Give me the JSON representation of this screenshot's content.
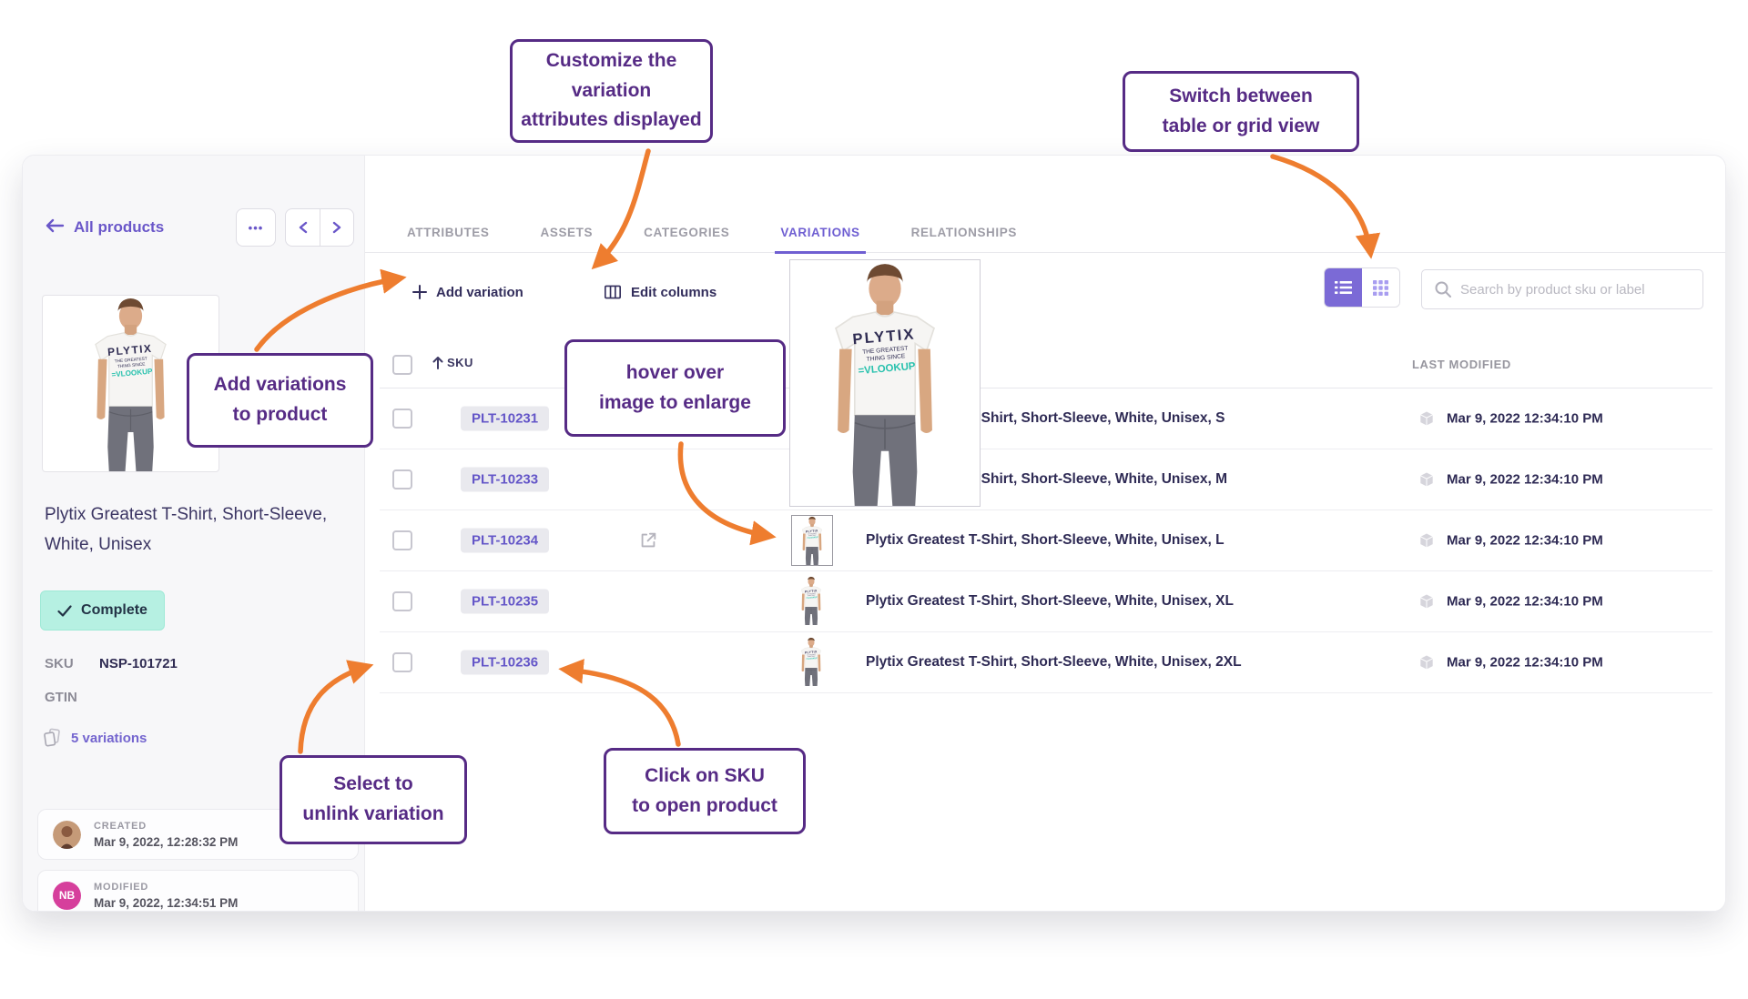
{
  "colors": {
    "accent_purple": "#6f5fd2",
    "callout_purple": "#562b85",
    "arrow_orange": "#ee7d2f",
    "badge_teal_bg": "#b6f0e2",
    "sku_pill_bg": "#e9e9ee",
    "active_toggle_bg": "#7b6ad6"
  },
  "callouts": {
    "customize": {
      "line1": "Customize the variation",
      "line2": "attributes displayed"
    },
    "switch_view": {
      "line1": "Switch between",
      "line2": "table or grid view"
    },
    "add_variations": {
      "line1": "Add variations",
      "line2": "to product"
    },
    "hover_image": {
      "line1": "hover over",
      "line2": "image to enlarge"
    },
    "select_unlink": {
      "line1": "Select to",
      "line2": "unlink variation"
    },
    "click_sku": {
      "line1": "Click on SKU",
      "line2": "to open product"
    }
  },
  "sidebar": {
    "back_label": "All products",
    "title_line1": "Plytix Greatest T-Shirt, Short-Sleeve,",
    "title_line2": "White, Unisex",
    "status_label": "Complete",
    "sku_label": "SKU",
    "sku_value": "NSP-101721",
    "gtin_label": "GTIN",
    "variations_label": "5 variations",
    "created": {
      "label": "CREATED",
      "date": "Mar 9, 2022, 12:28:32 PM"
    },
    "modified": {
      "label": "MODIFIED",
      "date": "Mar 9, 2022, 12:34:51 PM",
      "initials": "NB"
    }
  },
  "tabs": [
    {
      "label": "ATTRIBUTES",
      "active": false
    },
    {
      "label": "ASSETS",
      "active": false
    },
    {
      "label": "CATEGORIES",
      "active": false
    },
    {
      "label": "VARIATIONS",
      "active": true
    },
    {
      "label": "RELATIONSHIPS",
      "active": false
    }
  ],
  "toolbar": {
    "add_variation_label": "Add variation",
    "edit_columns_label": "Edit columns",
    "search_placeholder": "Search by product sku or label"
  },
  "table": {
    "sku_header": "SKU",
    "last_modified_header": "LAST MODIFIED",
    "rows": [
      {
        "sku": "PLT-10231",
        "label": "Plytix Greatest T-Shirt, Short-Sleeve, White, Unisex, S",
        "modified": "Mar 9, 2022 12:34:10 PM"
      },
      {
        "sku": "PLT-10233",
        "label": "Plytix Greatest T-Shirt, Short-Sleeve, White, Unisex, M",
        "modified": "Mar 9, 2022 12:34:10 PM"
      },
      {
        "sku": "PLT-10234",
        "label": "Plytix Greatest T-Shirt, Short-Sleeve, White, Unisex, L",
        "modified": "Mar 9, 2022 12:34:10 PM"
      },
      {
        "sku": "PLT-10235",
        "label": "Plytix Greatest T-Shirt, Short-Sleeve, White, Unisex, XL",
        "modified": "Mar 9, 2022 12:34:10 PM"
      },
      {
        "sku": "PLT-10236",
        "label": "Plytix Greatest T-Shirt, Short-Sleeve, White, Unisex, 2XL",
        "modified": "Mar 9, 2022 12:34:10 PM"
      }
    ]
  }
}
